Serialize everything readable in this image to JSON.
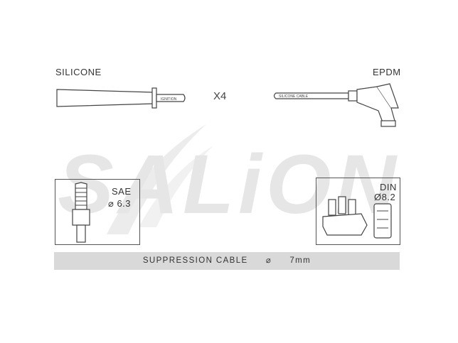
{
  "labels": {
    "silicone": "SILICONE",
    "epdm": "EPDM",
    "quantity": "X4",
    "sae": "SAE",
    "sae_size": "⌀ 6.3",
    "din": "DIN",
    "din_size": "Ø8.2"
  },
  "cable_prints": {
    "left": "IGNITION",
    "right": "SILICONE CABLE"
  },
  "footer": {
    "text": "SUPPRESSION CABLE",
    "symbol": "⌀",
    "size": "7mm"
  },
  "watermark": {
    "text": "SALiON",
    "color": "#e3e3e3"
  }
}
